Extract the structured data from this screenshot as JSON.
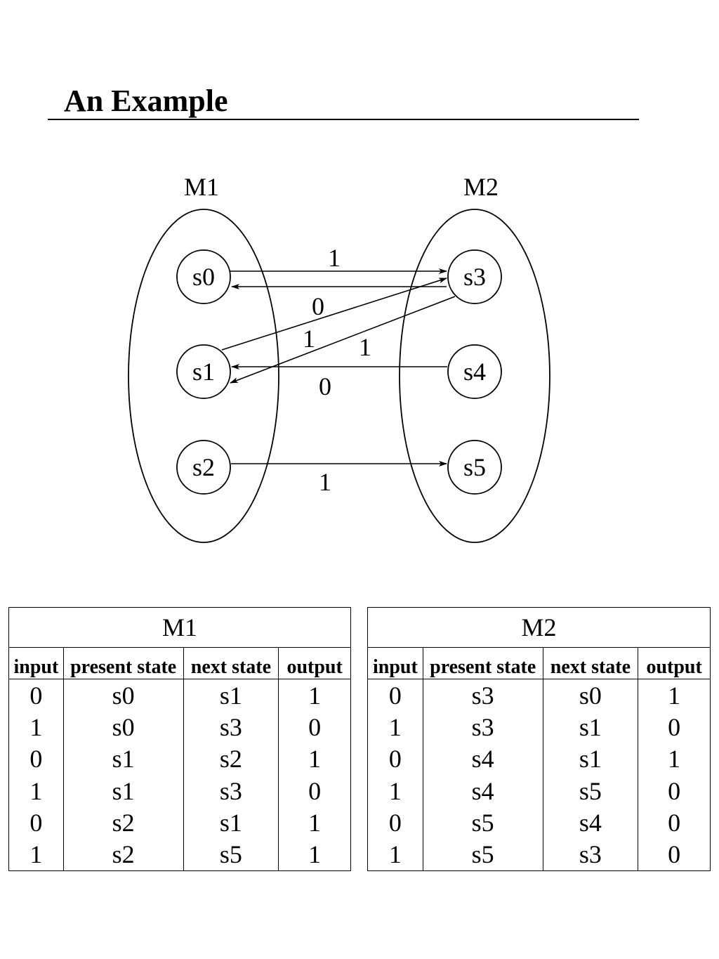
{
  "title": "An Example",
  "diagram": {
    "machines": [
      {
        "label": "M1",
        "states": [
          "s0",
          "s1",
          "s2"
        ]
      },
      {
        "label": "M2",
        "states": [
          "s3",
          "s4",
          "s5"
        ]
      }
    ],
    "edges": [
      {
        "from": "s0",
        "to": "s3",
        "label": "1"
      },
      {
        "from": "s3",
        "to": "s0",
        "label": "0"
      },
      {
        "from": "s1",
        "to": "s3",
        "label": "1"
      },
      {
        "from": "s3",
        "to": "s1",
        "label": "1"
      },
      {
        "from": "s4",
        "to": "s1",
        "label": "0"
      },
      {
        "from": "s2",
        "to": "s5",
        "label": "1"
      }
    ]
  },
  "tables": [
    {
      "caption": "M1",
      "headers": [
        "input",
        "present state",
        "next state",
        "output"
      ],
      "rows": [
        [
          "0",
          "s0",
          "s1",
          "1"
        ],
        [
          "1",
          "s0",
          "s3",
          "0"
        ],
        [
          "0",
          "s1",
          "s2",
          "1"
        ],
        [
          "1",
          "s1",
          "s3",
          "0"
        ],
        [
          "0",
          "s2",
          "s1",
          "1"
        ],
        [
          "1",
          "s2",
          "s5",
          "1"
        ]
      ]
    },
    {
      "caption": "M2",
      "headers": [
        "input",
        "present state",
        "next state",
        "output"
      ],
      "rows": [
        [
          "0",
          "s3",
          "s0",
          "1"
        ],
        [
          "1",
          "s3",
          "s1",
          "0"
        ],
        [
          "0",
          "s4",
          "s1",
          "1"
        ],
        [
          "1",
          "s4",
          "s5",
          "0"
        ],
        [
          "0",
          "s5",
          "s4",
          "0"
        ],
        [
          "1",
          "s5",
          "s3",
          "0"
        ]
      ]
    }
  ]
}
